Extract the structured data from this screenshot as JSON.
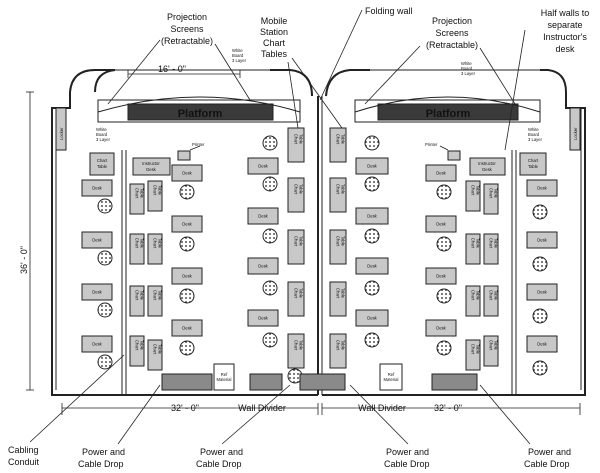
{
  "callouts": {
    "projection_screens_left": [
      "Projection",
      "Screens",
      "(Retractable)"
    ],
    "mobile_station": [
      "Mobile",
      "Station",
      "Chart",
      "Tables"
    ],
    "folding_wall": [
      "Folding wall"
    ],
    "projection_screens_right": [
      "Projection",
      "Screens",
      "(Retractable)"
    ],
    "half_walls": [
      "Half walls to",
      "separate",
      "Instructor's",
      "desk"
    ],
    "cabling_conduit": [
      "Cabling",
      "Conduit"
    ],
    "power_cable_1": [
      "Power and",
      "Cable Drop"
    ],
    "power_cable_2": [
      "Power and",
      "Cable Drop"
    ],
    "power_cable_3": [
      "Power and",
      "Cable Drop"
    ],
    "power_cable_4": [
      "Power and",
      "Cable Drop"
    ]
  },
  "dimensions": {
    "top_width": "16' - 0\"",
    "height": "36' - 0\"",
    "bottom_left": "32' - 0\"",
    "bottom_right": "32' - 0\""
  },
  "room_labels": {
    "platform": "Platform",
    "whiteboard": [
      "White",
      "Board",
      "3 Layer"
    ],
    "locker": "Locker",
    "chart_table": [
      "Chart",
      "Table"
    ],
    "instructor_desk": [
      "Instructor",
      "Desk"
    ],
    "printer": "Printer",
    "desk": "Desk",
    "wall_divider": "Wall Divider",
    "ref_material": [
      "Ref",
      "Material"
    ]
  }
}
